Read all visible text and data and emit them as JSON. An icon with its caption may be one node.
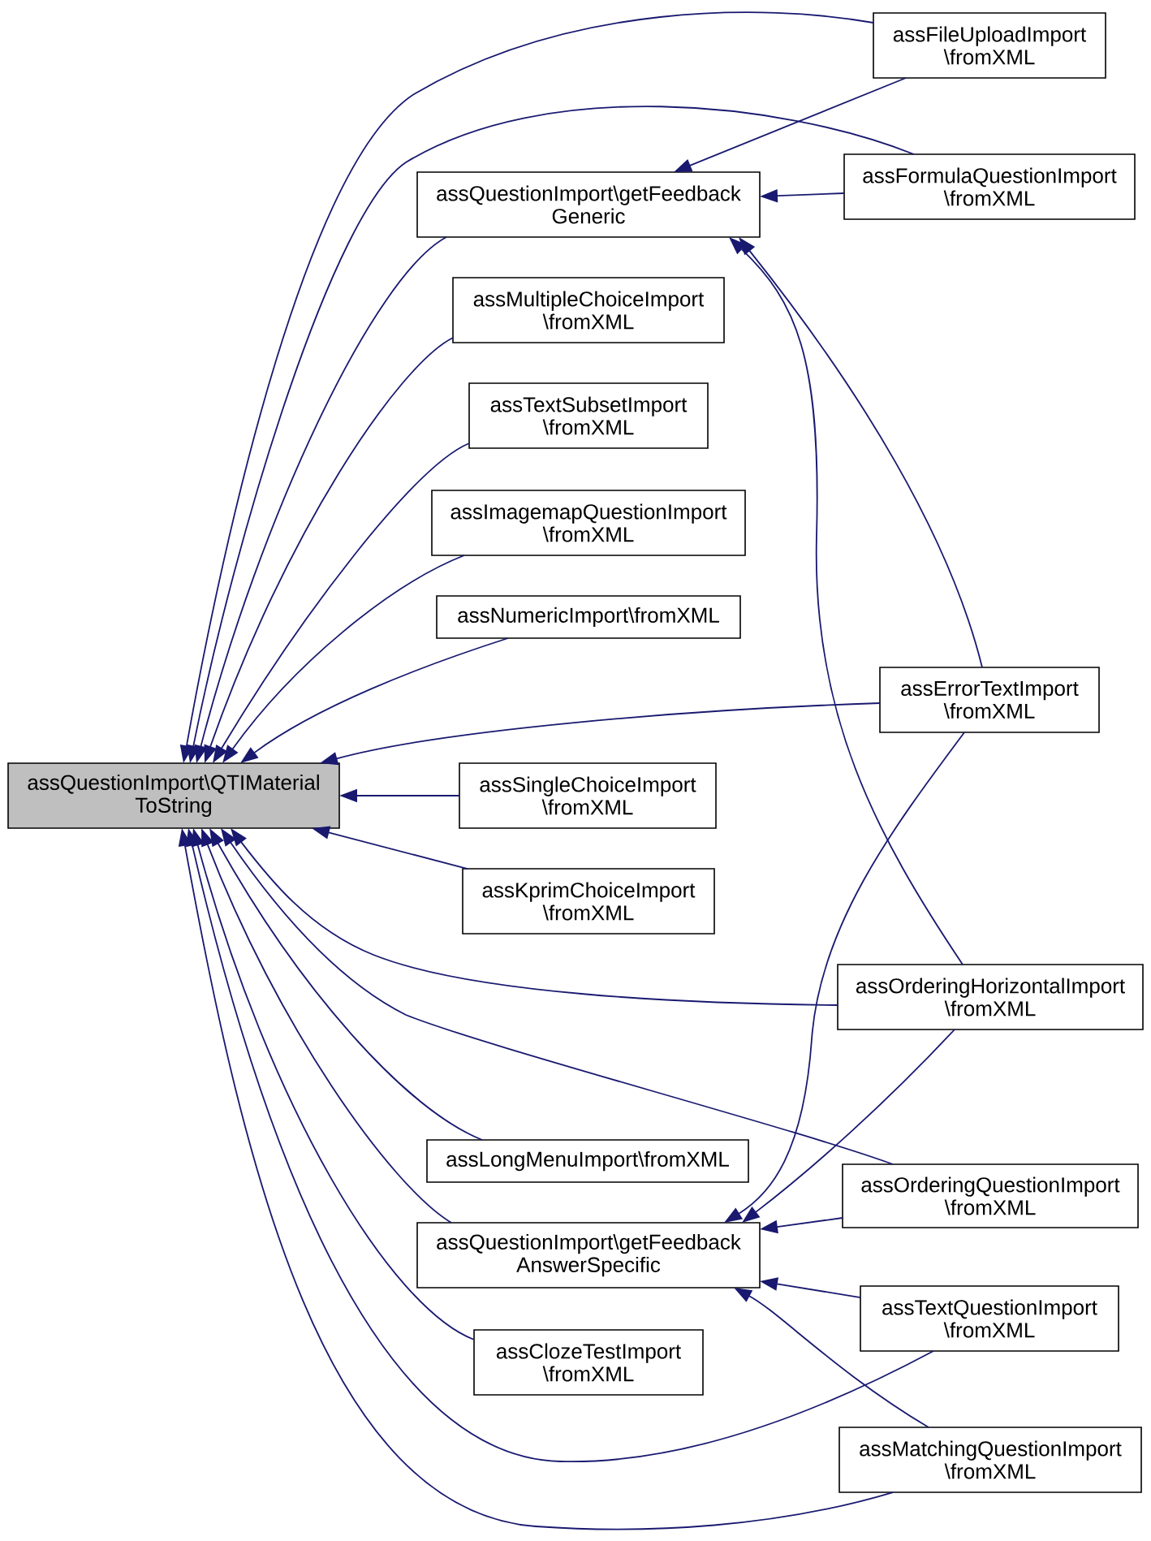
{
  "diagram": {
    "nodes": [
      {
        "text": [
          "assQuestionImport\\QTIMaterial ToString"
        ]
      },
      {
        "text": [
          "assQuestionImport\\getFeedback Generic"
        ]
      },
      {
        "text": [
          "assMultipleChoiceImport \\fromXML"
        ]
      },
      {
        "text": [
          "assTextSubsetImport \\fromXML"
        ]
      },
      {
        "text": [
          "assImagemapQuestionImport \\fromXML"
        ]
      },
      {
        "text": [
          "assNumericImport\\fromXML"
        ]
      },
      {
        "text": [
          "assSingleChoiceImport \\fromXML"
        ]
      },
      {
        "text": [
          "assKprimChoiceImport \\fromXML"
        ]
      },
      {
        "text": [
          "assLongMenuImport\\fromXML"
        ]
      },
      {
        "text": [
          "assQuestionImport\\getFeedback AnswerSpecific"
        ]
      },
      {
        "text": [
          "assClozeTestImport \\fromXML"
        ]
      },
      {
        "text": [
          "assFileUploadImport \\fromXML"
        ]
      },
      {
        "text": [
          "assFormulaQuestionImport \\fromXML"
        ]
      },
      {
        "text": [
          "assErrorTextImport \\fromXML"
        ]
      },
      {
        "text": [
          "assOrderingHorizontalImport \\fromXML"
        ]
      },
      {
        "text": [
          "assOrderingQuestionImport \\fromXML"
        ]
      },
      {
        "text": [
          "assTextQuestionImport \\fromXML"
        ]
      },
      {
        "text": [
          "assMatchingQuestionImport \\fromXML"
        ]
      }
    ],
    "edges": [
      {
        "from": 11,
        "to": 0,
        "arrow": "to"
      },
      {
        "from": 12,
        "to": 0,
        "arrow": "to"
      },
      {
        "from": 1,
        "to": 0,
        "arrow": "to"
      },
      {
        "from": 2,
        "to": 0,
        "arrow": "to"
      },
      {
        "from": 3,
        "to": 0,
        "arrow": "to"
      },
      {
        "from": 4,
        "to": 0,
        "arrow": "to"
      },
      {
        "from": 5,
        "to": 0,
        "arrow": "to"
      },
      {
        "from": 13,
        "to": 0,
        "arrow": "to"
      },
      {
        "from": 6,
        "to": 0,
        "arrow": "to"
      },
      {
        "from": 7,
        "to": 0,
        "arrow": "to"
      },
      {
        "from": 14,
        "to": 0,
        "arrow": "to"
      },
      {
        "from": 15,
        "to": 0,
        "arrow": "to"
      },
      {
        "from": 8,
        "to": 0,
        "arrow": "to"
      },
      {
        "from": 9,
        "to": 0,
        "arrow": "to"
      },
      {
        "from": 10,
        "to": 0,
        "arrow": "to"
      },
      {
        "from": 16,
        "to": 0,
        "arrow": "to"
      },
      {
        "from": 17,
        "to": 0,
        "arrow": "to"
      },
      {
        "from": 11,
        "to": 1,
        "arrow": "to"
      },
      {
        "from": 12,
        "to": 1,
        "arrow": "to"
      },
      {
        "from": 13,
        "to": 1,
        "arrow": "to"
      },
      {
        "from": 14,
        "to": 1,
        "arrow": "to"
      },
      {
        "from": 13,
        "to": 9,
        "arrow": "to"
      },
      {
        "from": 14,
        "to": 9,
        "arrow": "to"
      },
      {
        "from": 15,
        "to": 9,
        "arrow": "to"
      },
      {
        "from": 16,
        "to": 9,
        "arrow": "to"
      },
      {
        "from": 17,
        "to": 9,
        "arrow": "to"
      }
    ]
  }
}
